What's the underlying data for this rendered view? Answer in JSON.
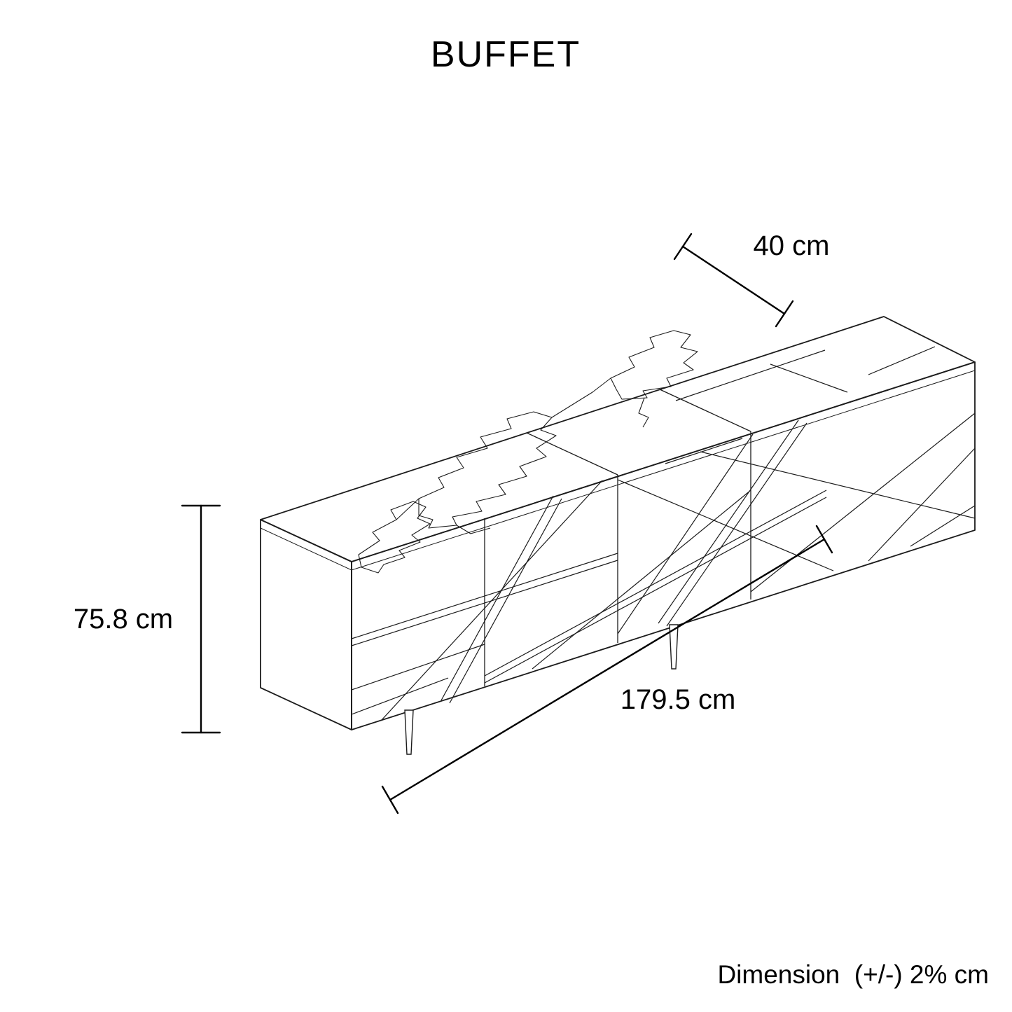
{
  "title": "BUFFET",
  "drawing": {
    "object_name": "buffet-sideboard-isometric-line-drawing",
    "dimensions": {
      "depth_label": "40 cm",
      "height_label": "75.8 cm",
      "width_label": "179.5 cm"
    },
    "tolerance_note": "Dimension  (+/-) 2% cm"
  },
  "colors": {
    "line": "#1c1c1c",
    "dimension": "#000000",
    "background": "#ffffff"
  }
}
